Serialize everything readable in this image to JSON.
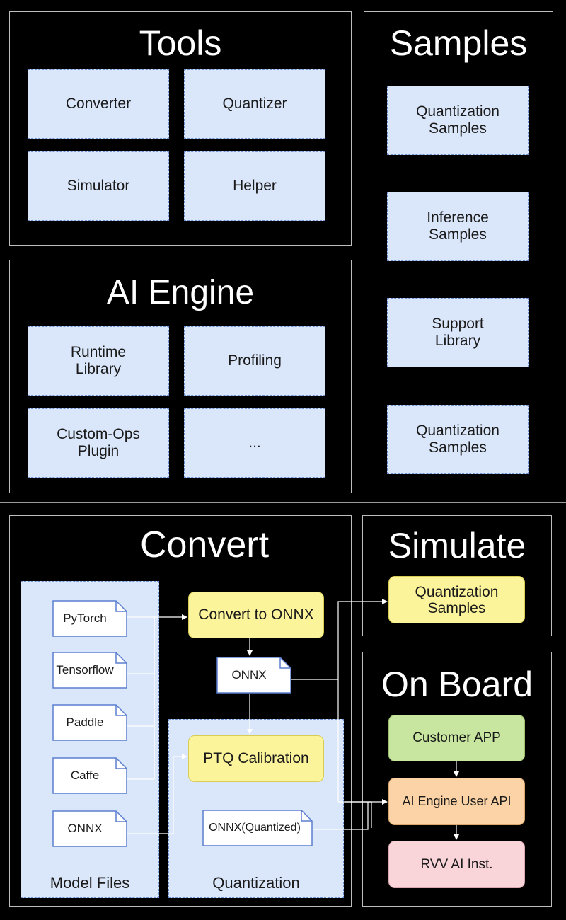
{
  "tools": {
    "title": "Tools",
    "items": [
      "Converter",
      "Quantizer",
      "Simulator",
      "Helper"
    ]
  },
  "ai_engine": {
    "title": "AI Engine",
    "items": [
      "Runtime\nLibrary",
      "Profiling",
      "Custom-Ops\nPlugin",
      "..."
    ]
  },
  "samples": {
    "title": "Samples",
    "items": [
      "Quantization\nSamples",
      "Inference\nSamples",
      "Support\nLibrary",
      "Quantization\nSamples"
    ]
  },
  "convert": {
    "title": "Convert",
    "model_files_label": "Model Files",
    "model_files": [
      "PyTorch",
      "Tensorflow",
      "Paddle",
      "Caffe",
      "ONNX"
    ],
    "convert_to_onnx": "Convert to ONNX",
    "onnx_doc": "ONNX",
    "quantization_label": "Quantization",
    "ptq_calibration": "PTQ Calibration",
    "onnx_quantized_doc": "ONNX(Quantized)"
  },
  "simulate": {
    "title": "Simulate",
    "node": "Quantization\nSamples"
  },
  "on_board": {
    "title": "On Board",
    "nodes": [
      "Customer APP",
      "AI Engine User API",
      "RVV AI Inst."
    ]
  },
  "colors": {
    "tile_fill": "#dae6f9",
    "yellow_node": "#fbf49a",
    "green_node": "#c8e6a0",
    "orange_node": "#fcd3a6",
    "pink_node": "#f9d5d9",
    "line": "#ffffff"
  }
}
